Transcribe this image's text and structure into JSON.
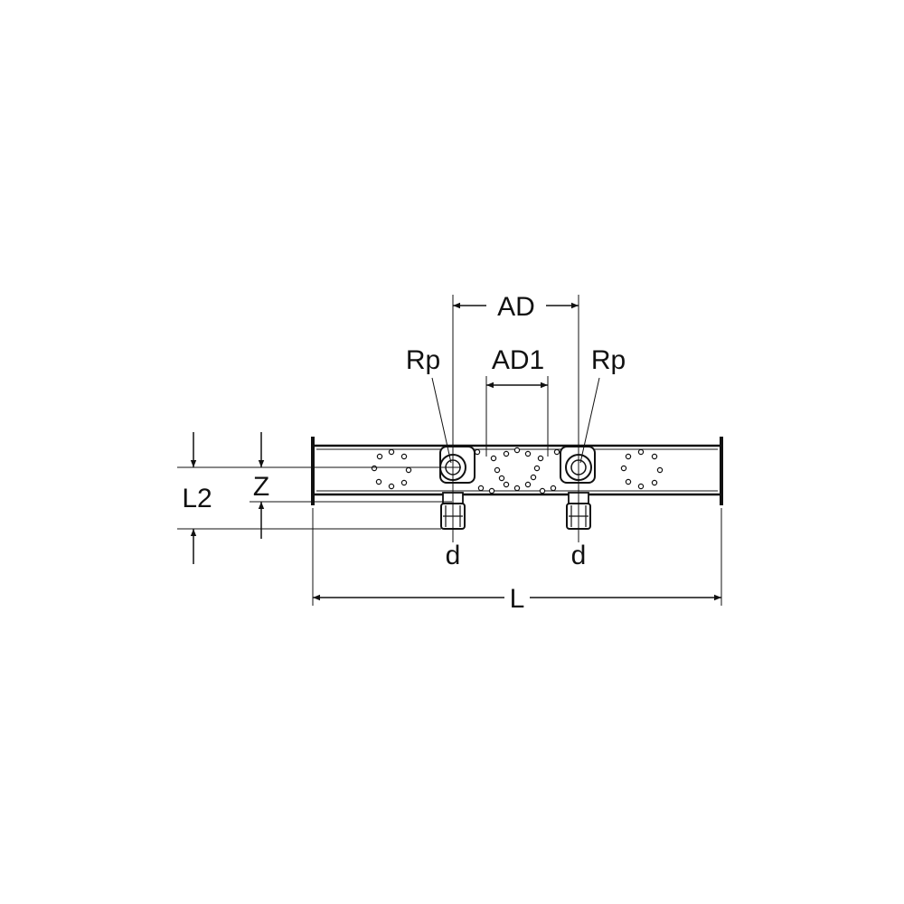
{
  "diagram": {
    "type": "technical-drawing",
    "labels": {
      "ad": "AD",
      "ad1": "AD1",
      "rp_left": "Rp",
      "rp_right": "Rp",
      "d_left": "d",
      "d_right": "d",
      "l": "L",
      "l2": "L2",
      "z": "Z"
    },
    "colors": {
      "line": "#111111",
      "background": "#ffffff"
    }
  }
}
